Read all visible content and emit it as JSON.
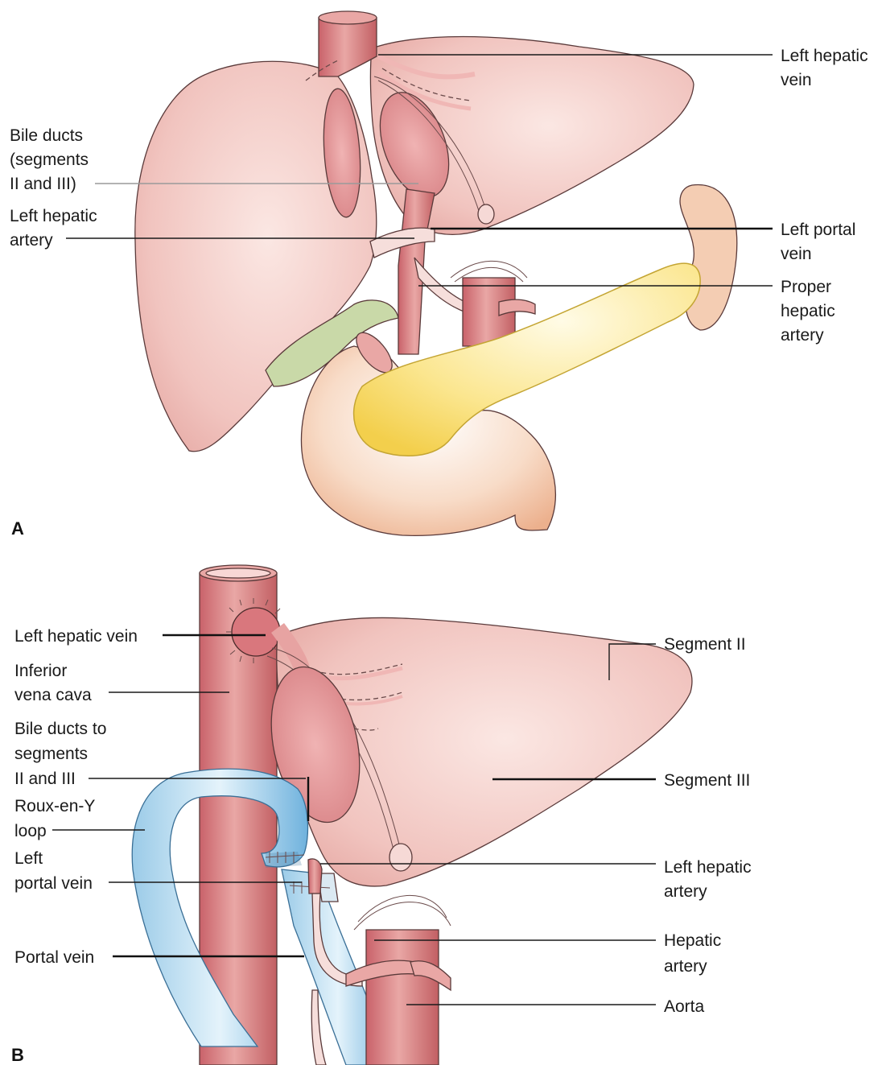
{
  "panel_a": {
    "label": "A",
    "labels": {
      "left_hepatic_vein": [
        "Left hepatic",
        "vein"
      ],
      "bile_ducts": [
        "Bile ducts",
        "(segments",
        "II and III)"
      ],
      "left_hepatic_artery": [
        "Left hepatic",
        "artery"
      ],
      "left_portal_vein": [
        "Left portal",
        "vein"
      ],
      "proper_hepatic_artery": [
        "Proper",
        "hepatic",
        "artery"
      ]
    }
  },
  "panel_b": {
    "label": "B",
    "labels": {
      "left_hepatic_vein": [
        "Left hepatic vein"
      ],
      "inferior_vena_cava": [
        "Inferior",
        "vena cava"
      ],
      "bile_ducts": [
        "Bile ducts to",
        "segments",
        "II and III"
      ],
      "roux_en_y_loop": [
        "Roux-en-Y",
        "loop"
      ],
      "left_portal_vein": [
        "Left",
        "portal vein"
      ],
      "portal_vein": [
        "Portal vein"
      ],
      "segment_ii": [
        "Segment II"
      ],
      "segment_iii": [
        "Segment III"
      ],
      "left_hepatic_artery": [
        "Left hepatic",
        "artery"
      ],
      "hepatic_artery": [
        "Hepatic",
        "artery"
      ],
      "aorta": [
        "Aorta"
      ]
    }
  },
  "colors": {
    "liver": "#f3c9c4",
    "liver_dark": "#e8a5a0",
    "vessel": "#d97b7b",
    "vessel_dark": "#c25f63",
    "pancreas": "#f7dc6f",
    "duodenum": "#f2c9a8",
    "gallbladder": "#c9d9a8",
    "roux_loop": "#a9d4ec"
  }
}
